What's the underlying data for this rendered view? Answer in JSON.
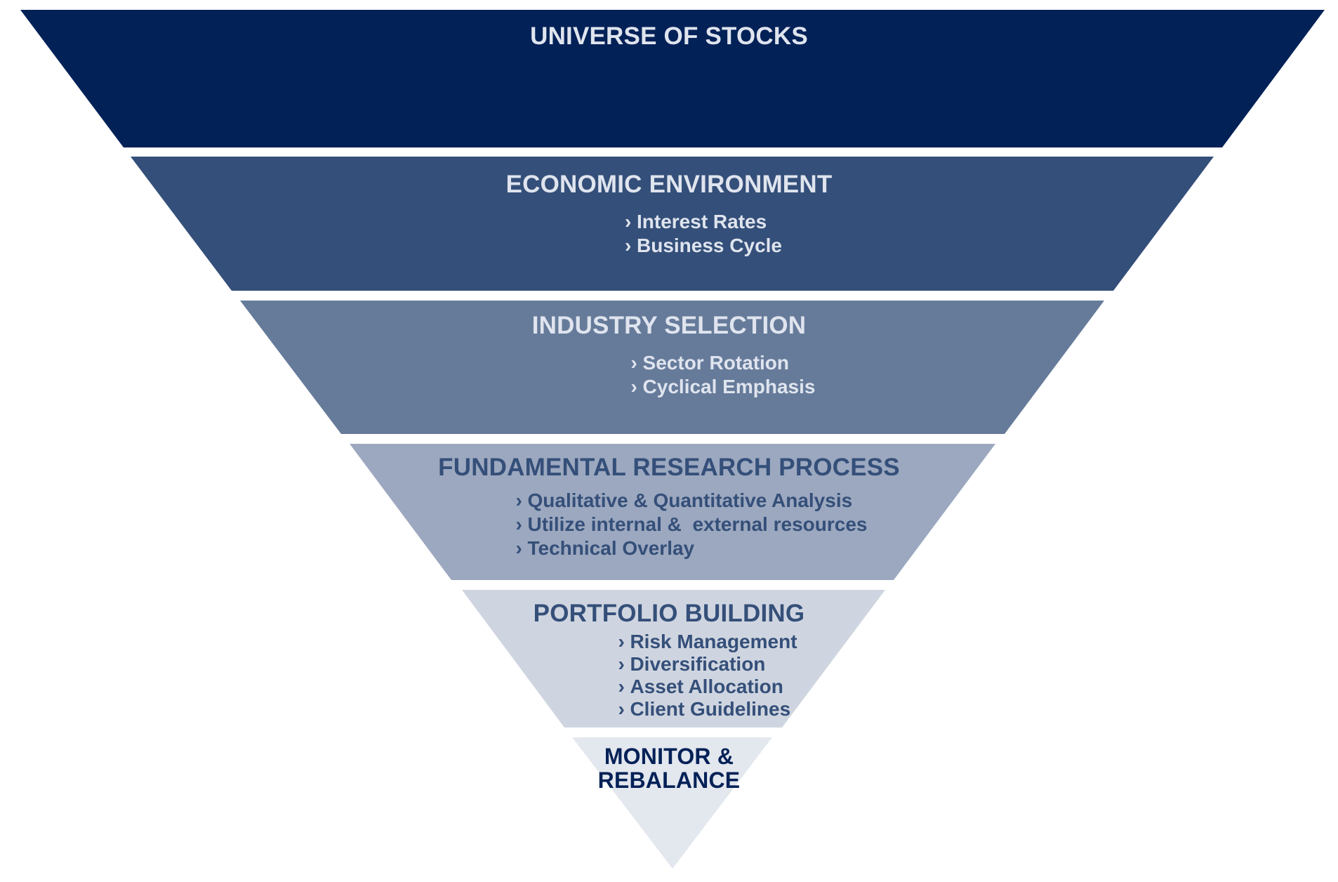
{
  "colors": {
    "tier1": "#022157",
    "tier2": "#344f79",
    "tier3": "#667b9a",
    "tier4": "#9ca8bf",
    "tier5": "#cfd5e0",
    "tier6": "#e3e7ee",
    "light_text": "#dfe4ee",
    "dark_text": "#344f79",
    "darkest_text": "#022157"
  },
  "bullet_icon": "chevron-right-icon",
  "bullet_glyph": "›",
  "tiers": [
    {
      "title": "UNIVERSE OF STOCKS",
      "items": []
    },
    {
      "title": "ECONOMIC ENVIRONMENT",
      "items": [
        "Interest Rates",
        "Business Cycle"
      ]
    },
    {
      "title": "INDUSTRY SELECTION",
      "items": [
        "Sector Rotation",
        "Cyclical Emphasis"
      ]
    },
    {
      "title": "FUNDAMENTAL RESEARCH PROCESS",
      "items": [
        "Qualitative & Quantitative Analysis",
        "Utilize internal &  external resources",
        "Technical Overlay"
      ]
    },
    {
      "title": "PORTFOLIO BUILDING",
      "items": [
        "Risk Management",
        "Diversification",
        "Asset Allocation",
        "Client Guidelines"
      ]
    },
    {
      "title_line1": "MONITOR &",
      "title_line2": "REBALANCE"
    }
  ]
}
